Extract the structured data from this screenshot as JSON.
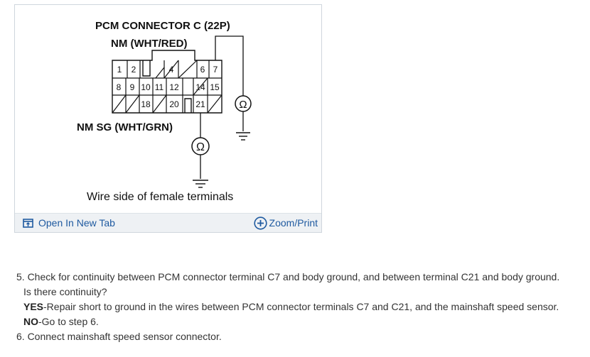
{
  "figure": {
    "title": "PCM CONNECTOR C (22P)",
    "nm_label": "NM (WHT/RED)",
    "nmsg_label": "NM SG (WHT/GRN)",
    "caption": "Wire side of female terminals",
    "ohm_symbol": "Ω",
    "pins_row1": [
      "1",
      "2",
      "4",
      "6",
      "7"
    ],
    "pins_row2": [
      "8",
      "9",
      "10",
      "11",
      "12",
      "14",
      "15"
    ],
    "pins_row3": [
      "18",
      "20",
      "21"
    ]
  },
  "toolbar": {
    "open_label": "Open In New Tab",
    "zoom_label": "Zoom/Print",
    "open_icon": "open-in-new-tab-icon",
    "zoom_icon": "circle-plus-icon",
    "link_color": "#1f5aa0"
  },
  "steps": {
    "s5_text": "5. Check for continuity between PCM connector terminal C7 and body ground, and between terminal C21 and body ground.",
    "s5_question": "Is there continuity?",
    "s5_yes_label": "YES",
    "s5_yes_text": "-Repair short to ground in the wires between PCM connector terminals C7 and C21, and the mainshaft speed sensor.",
    "s5_no_label": "NO",
    "s5_no_text": "-Go to step 6.",
    "s6_text": "6. Connect mainshaft speed sensor connector."
  }
}
